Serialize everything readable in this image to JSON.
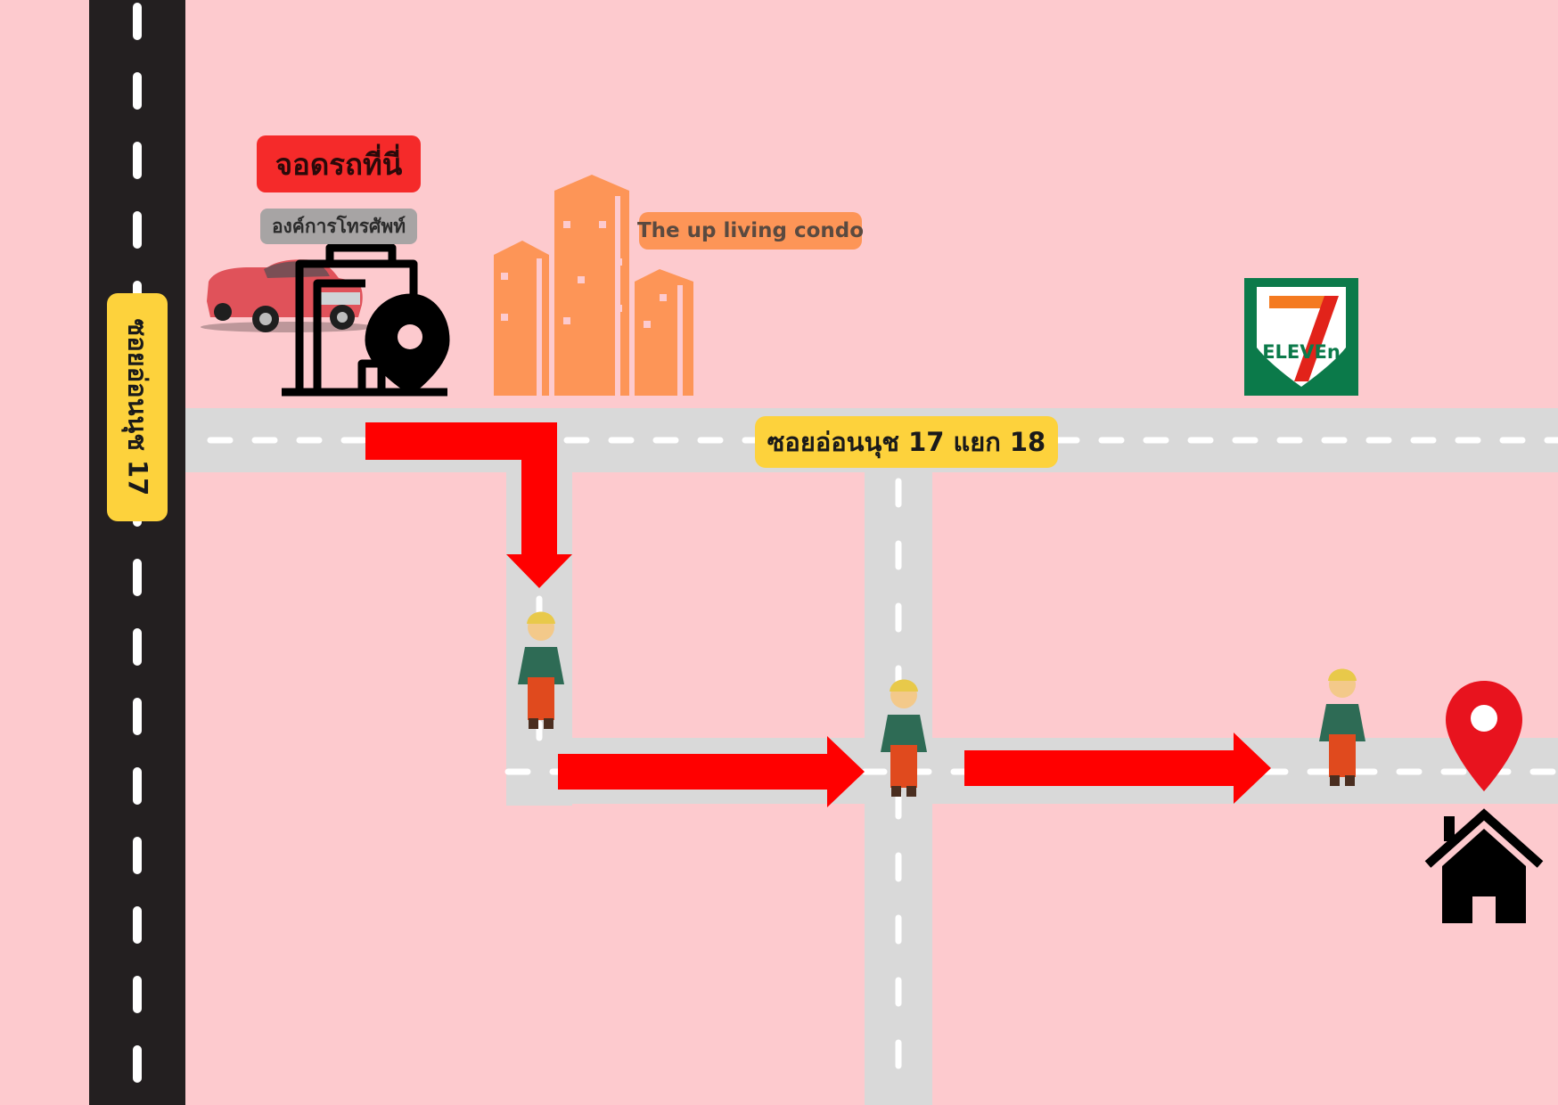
{
  "map": {
    "labels": {
      "parking": "จอดรถที่นี่",
      "tot": "องค์การโทรศัพท์",
      "condo": "The up living condo",
      "main_road": "ซอยอ่อนนุช 17",
      "side_road": "ซอยอ่อนนุช 17 แยก 18",
      "seven_eleven": "ELEVEn"
    },
    "colors": {
      "background": "#fdcace",
      "main_road": "#231f20",
      "side_road": "#d9d9d9",
      "lane_marking": "#ffffff",
      "route_arrow": "#ff0000",
      "parking_badge": "#f52a2a",
      "tot_badge": "#a7a4a4",
      "condo": "#fd9557",
      "road_label": "#fdd23c",
      "pin": "#e8131e",
      "seven_eleven_green": "#0b7a4a",
      "seven_eleven_orange": "#f47a20",
      "seven_eleven_red": "#e2231a"
    },
    "icons": [
      "car-icon",
      "building-location-icon",
      "condo-building-icon",
      "seven-eleven-logo",
      "person-icon",
      "location-pin-icon",
      "house-icon",
      "route-arrow"
    ]
  }
}
